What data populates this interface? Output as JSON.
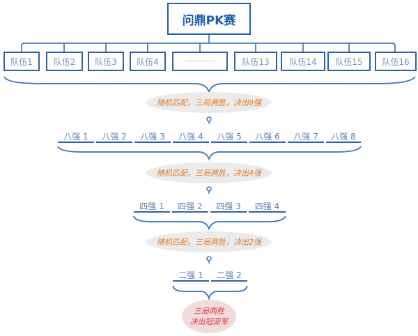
{
  "title": "问鼎PK赛",
  "teams": [
    "队伍1",
    "队伍2",
    "队伍3",
    "队伍4",
    "···················",
    "队伍13",
    "队伍14",
    "队伍15",
    "队伍16"
  ],
  "rounds": [
    {
      "note": "随机匹配，三局两胜，决出8强",
      "labels": [
        "八强 1",
        "八强 2",
        "八强 3",
        "八强 4",
        "八强 5",
        "八强 6",
        "八强 7",
        "八强 8"
      ]
    },
    {
      "note": "随机匹配，三局两胜，决出4强",
      "labels": [
        "四强 1",
        "四强 2",
        "四强 3",
        "四强 4"
      ]
    },
    {
      "note": "随机匹配，三局两胜，决出2强",
      "labels": [
        "二强 1",
        "二强 2"
      ]
    }
  ],
  "final": {
    "line1": "三局两胜",
    "line2": "决出冠亚军"
  }
}
